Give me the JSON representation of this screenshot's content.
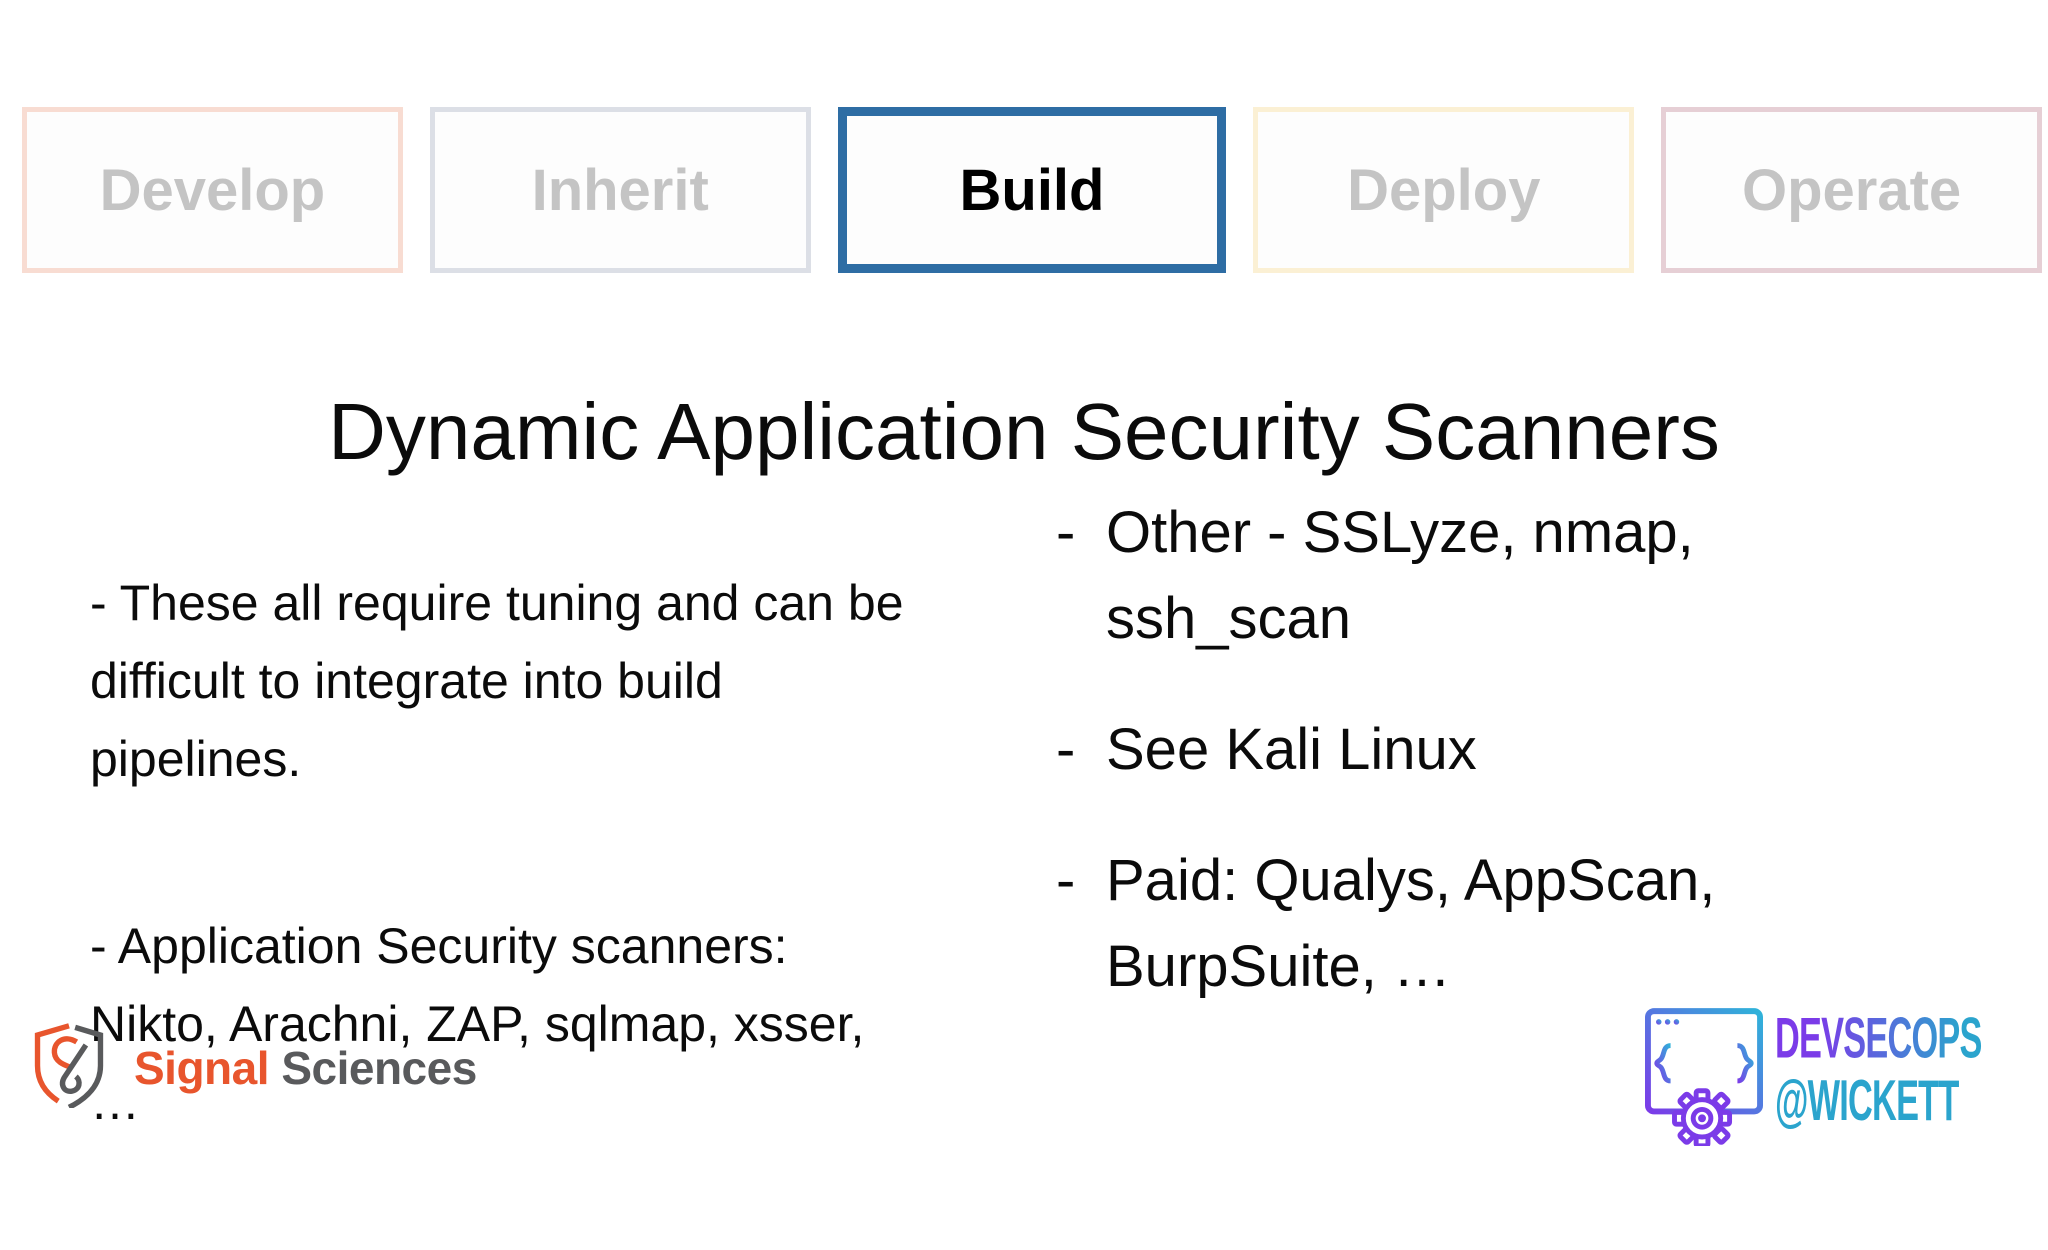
{
  "slide": {
    "title": "Dynamic Application Security Scanners"
  },
  "pipeline_tabs": [
    {
      "label": "Develop",
      "active": false,
      "border_color": "#f8dcd2"
    },
    {
      "label": "Inherit",
      "active": false,
      "border_color": "#dcdfe6"
    },
    {
      "label": "Build",
      "active": true,
      "border_color": "#2e6da4"
    },
    {
      "label": "Deploy",
      "active": false,
      "border_color": "#fbf0d4"
    },
    {
      "label": "Operate",
      "active": false,
      "border_color": "#e6cfd5"
    }
  ],
  "left_column": {
    "bullets": [
      "- These all require tuning and can be\ndifficult to integrate into build\npipelines.",
      "- Application Security scanners:\nNikto, Arachni, ZAP, sqlmap, xsser,\n…"
    ]
  },
  "right_column": {
    "bullets": [
      {
        "marker": "-",
        "text": "Other - SSLyze, nmap,\nssh_scan"
      },
      {
        "marker": "-",
        "text": "See Kali Linux"
      },
      {
        "marker": "-",
        "text": "Paid: Qualys, AppScan,\nBurpSuite, …"
      }
    ]
  },
  "footer": {
    "signal_sciences": {
      "word1": "Signal",
      "word2": "Sciences",
      "orange": "#e8552d",
      "gray": "#595a5c",
      "icon": "shield-s-icon"
    },
    "devsecops": {
      "line1": "DEVSECOPS",
      "line2": "@WICKETT",
      "purple": "#7b3be8",
      "cyan": "#2ba4cd",
      "icon": "code-window-gear-icon"
    }
  },
  "colors": {
    "active_tab_border": "#2e6da4",
    "inactive_tab_text": "#c4c4c4",
    "body_text": "#0b0b0b",
    "background": "#ffffff"
  }
}
